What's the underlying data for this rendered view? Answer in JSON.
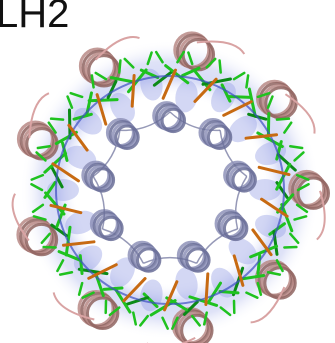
{
  "figure": {
    "label": "LH2"
  },
  "colors": {
    "outer_helix": "#b98a86",
    "outer_helix_dark": "#8f6460",
    "inner_helix": "#8e92b8",
    "inner_helix_dark": "#6a6e98",
    "surface": "#9da6e6",
    "pigment_green": "#1fc21f",
    "pigment_green_dark": "#0b8a17",
    "carotenoid_orange": "#c76a12",
    "backbone_blue": "#3c4fc0",
    "loop_pink": "#d9a3a3"
  },
  "structure": {
    "subunits": 9,
    "icon": "light-harvesting-complex-ring"
  }
}
